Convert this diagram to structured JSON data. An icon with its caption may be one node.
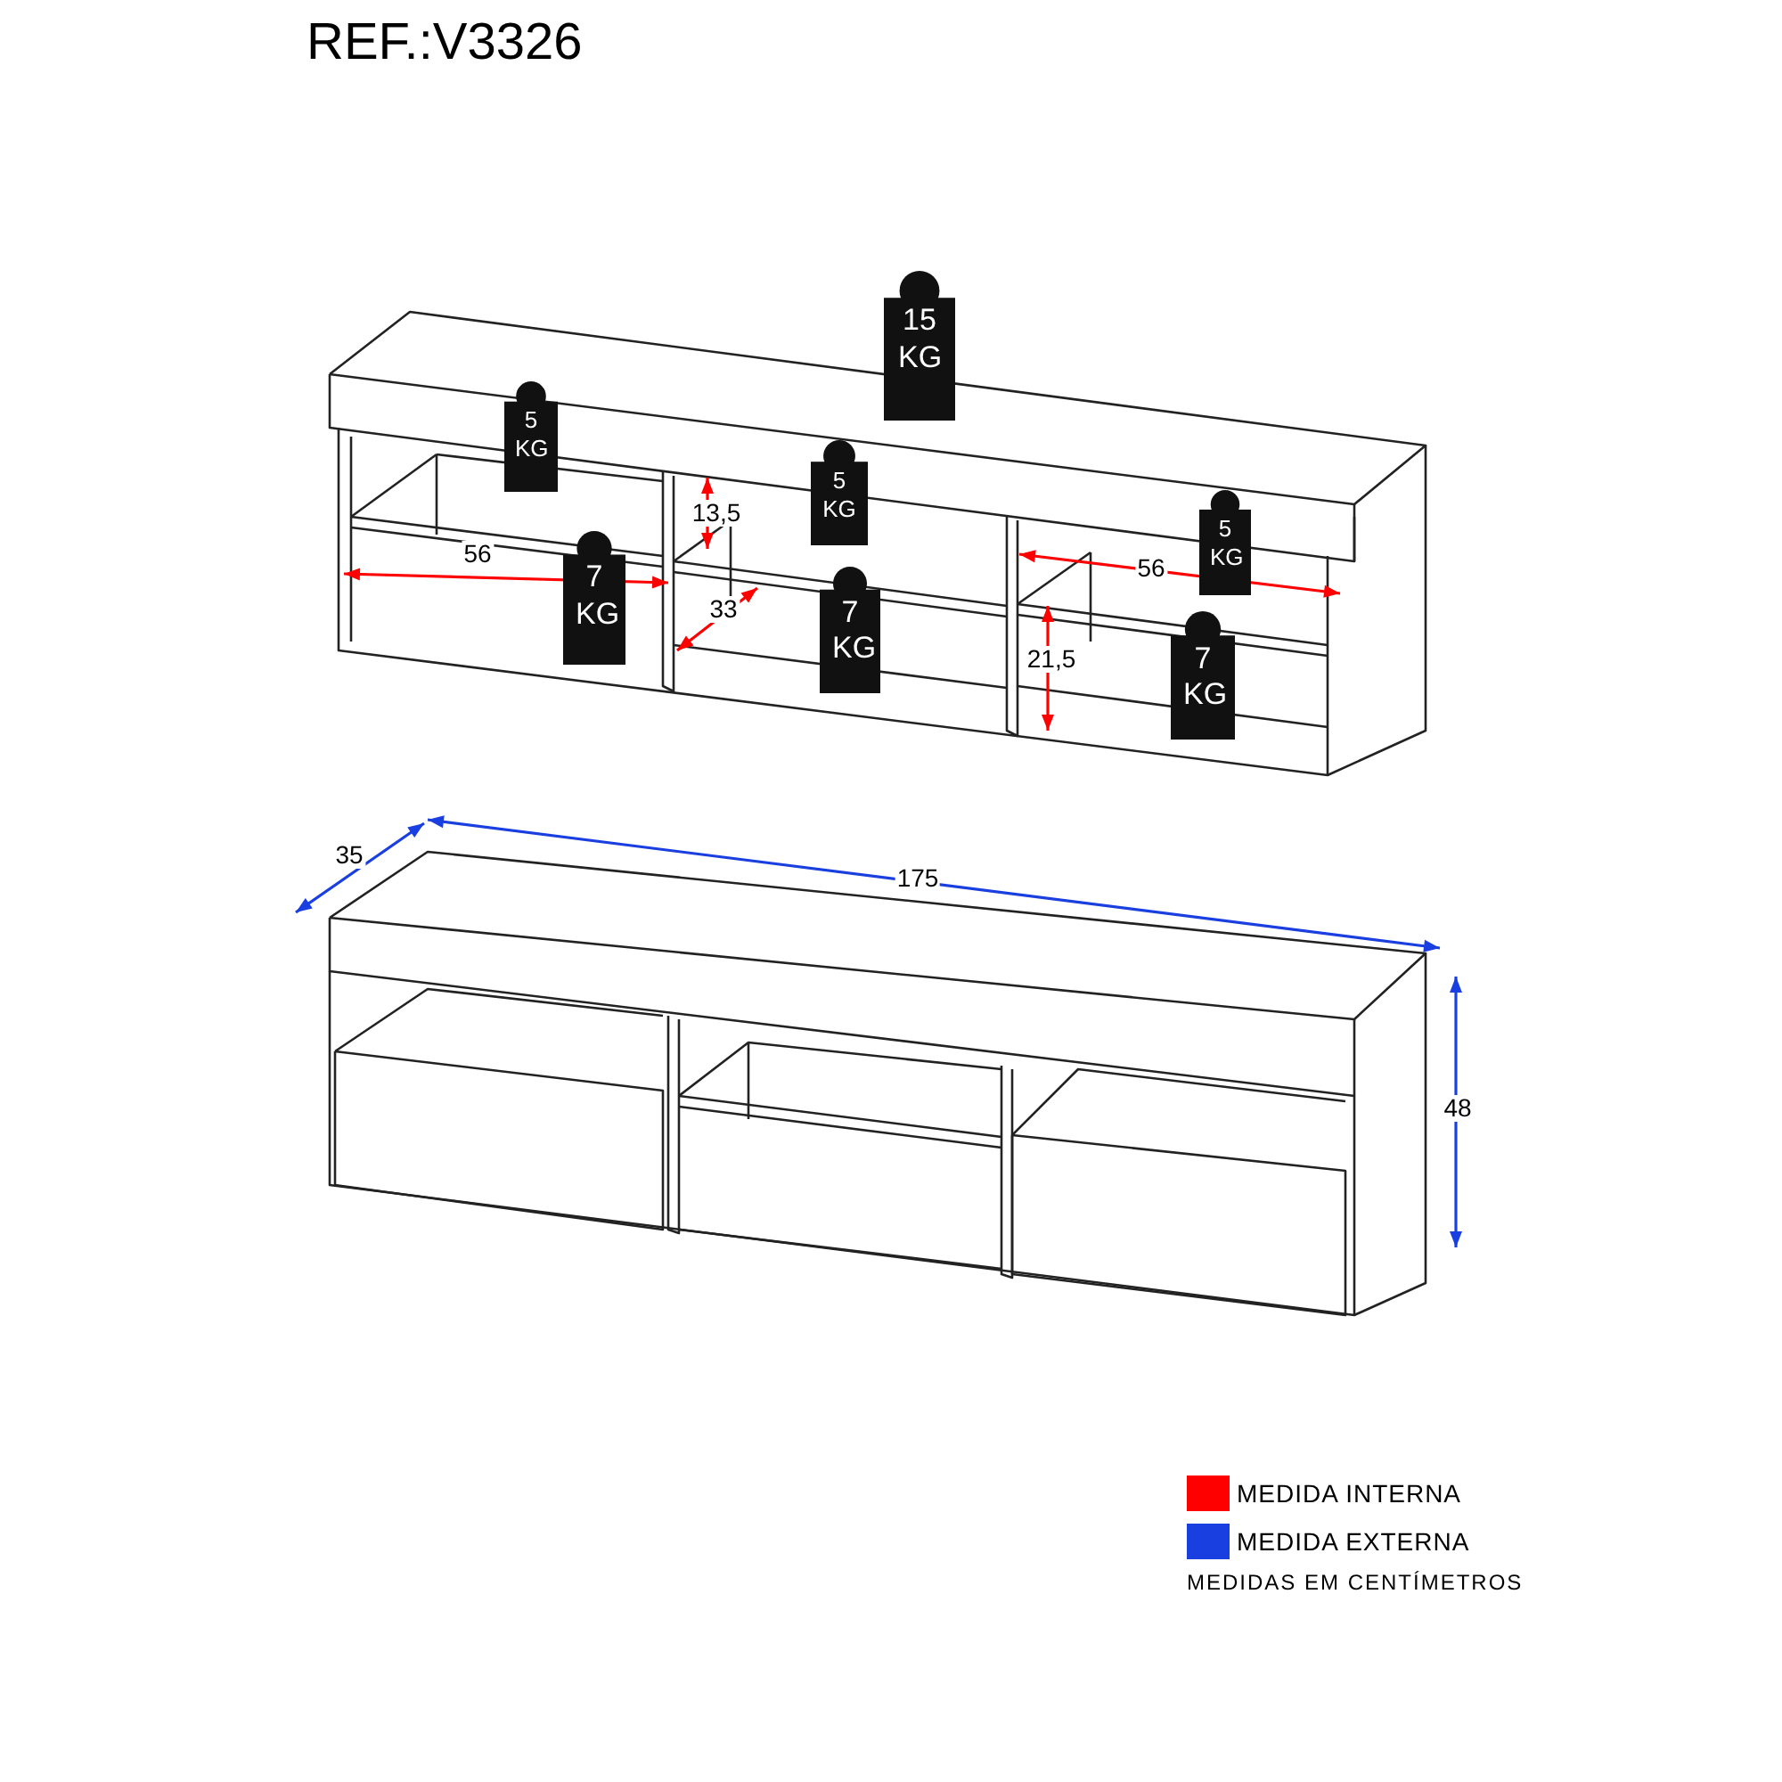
{
  "diagram": {
    "title": "REF.:V3326",
    "nodes": [
      {
        "text": [
          "15 KG"
        ]
      },
      {
        "text": [
          "5 KG"
        ]
      },
      {
        "text": [
          "5 KG"
        ]
      },
      {
        "text": [
          "5 KG"
        ]
      },
      {
        "text": [
          "7 KG"
        ]
      },
      {
        "text": [
          "7 KG"
        ]
      },
      {
        "text": [
          "7 KG"
        ]
      }
    ],
    "edges": [],
    "labels": [
      "13,5",
      "56",
      "56",
      "33",
      "21,5",
      "35",
      "175",
      "48",
      "MEDIDAS EM CENTÍMETROS"
    ],
    "legend": [
      {
        "text": "MEDIDA INTERNA",
        "color": "#ff0000"
      },
      {
        "text": "MEDIDA EXTERNA",
        "color": "#1a3fe0"
      }
    ]
  }
}
